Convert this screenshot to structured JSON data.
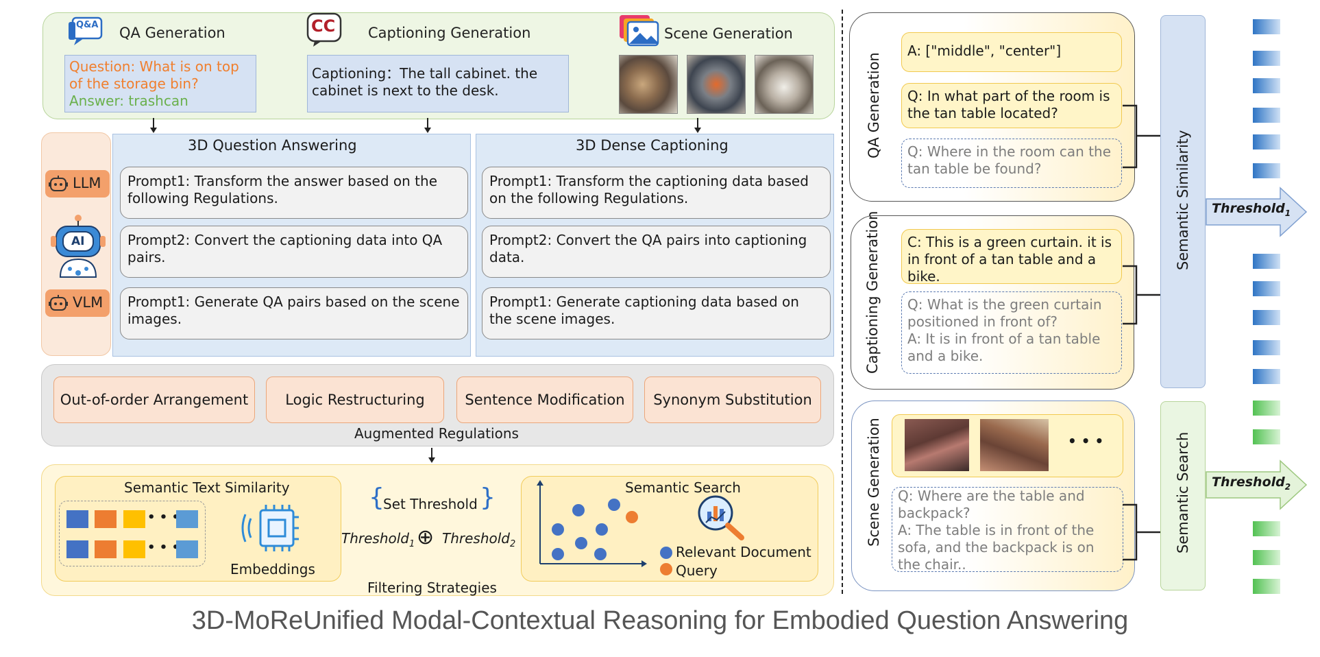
{
  "generation": {
    "qa_title": "QA Generation",
    "qa_icon_text": "Q&A",
    "captioning_title": "Captioning Generation",
    "cc_icon_text": "CC",
    "scene_title": "Scene Generation",
    "qa_question": "Question: What is on top of the storage bin?",
    "qa_answer": "Answer: trashcan",
    "captioning_text": "Captioning：The tall cabinet. the cabinet is next to the desk."
  },
  "models": {
    "llm": "LLM",
    "vlm": "VLM",
    "ai_badge": "AI"
  },
  "qa_panel": {
    "title": "3D Question Answering",
    "prompts": [
      "Prompt1: Transform the answer based on the following Regulations.",
      "Prompt2: Convert the captioning data into QA pairs.",
      "Prompt1: Generate QA pairs based on the scene images."
    ]
  },
  "cap_panel": {
    "title": "3D Dense Captioning",
    "prompts": [
      "Prompt1: Transform the captioning data based on the following Regulations.",
      "Prompt2: Convert the QA pairs into captioning data.",
      "Prompt1: Generate captioning data based on the scene images."
    ]
  },
  "regulations": {
    "items": [
      "Out-of-order Arrangement",
      "Logic Restructuring",
      "Sentence Modification",
      "Synonym Substitution"
    ],
    "label": "Augmented Regulations"
  },
  "filtering": {
    "sts_title": "Semantic Text Similarity",
    "embeddings": "Embeddings",
    "set_threshold": "Set Threshold",
    "threshold1": "Threshold",
    "threshold1_sub": "1",
    "threshold2": "Threshold",
    "threshold2_sub": "2",
    "plus": "⊕",
    "ellipsis": "• • •",
    "ss_title": "Semantic Search",
    "relevant_document": "Relevant  Document",
    "query": "Query",
    "label": "Filtering Strategies"
  },
  "right": {
    "qa_gen_label": "QA Generation",
    "qa_answer": "A: [\"middle\", \"center\"]",
    "qa_question": "Q: In what part of the room is the tan table located?",
    "qa_paraphrase": "Q: Where in the room can the tan table be found?",
    "cap_gen_label": "Captioning Generation",
    "caption": "C: This is a green curtain. it is in front of a tan table and a bike.",
    "cap_qa_q": "Q: What is the green curtain positioned in front of?",
    "cap_qa_a": "A: It is in front of a tan table and a bike.",
    "scene_gen_label": "Scene Generation",
    "scene_ellipsis": "• • •",
    "scene_q": "Q: Where are the table and backpack?",
    "scene_a": "A: The table is in front of the sofa, and the backpack is on the chair..",
    "semantic_similarity": "Semantic   Similarity",
    "semantic_search": "Semantic   Search",
    "threshold_1": "Threshold",
    "threshold_1_sub": "1",
    "threshold_2": "Threshold",
    "threshold_2_sub": "2"
  },
  "caption_title": "3D-MoReUnified Modal-Contextual Reasoning for Embodied Question Answering",
  "colors": {
    "orange_text": "#f07f2e",
    "green_text": "#6ab04c",
    "blue_sq": "#4472c4",
    "orange_sq": "#ed7d31",
    "yellow_sq": "#ffc000",
    "light_blue_sq": "#5b9bd5",
    "dot_blue": "#4472c4",
    "dot_orange": "#ed7d31"
  }
}
